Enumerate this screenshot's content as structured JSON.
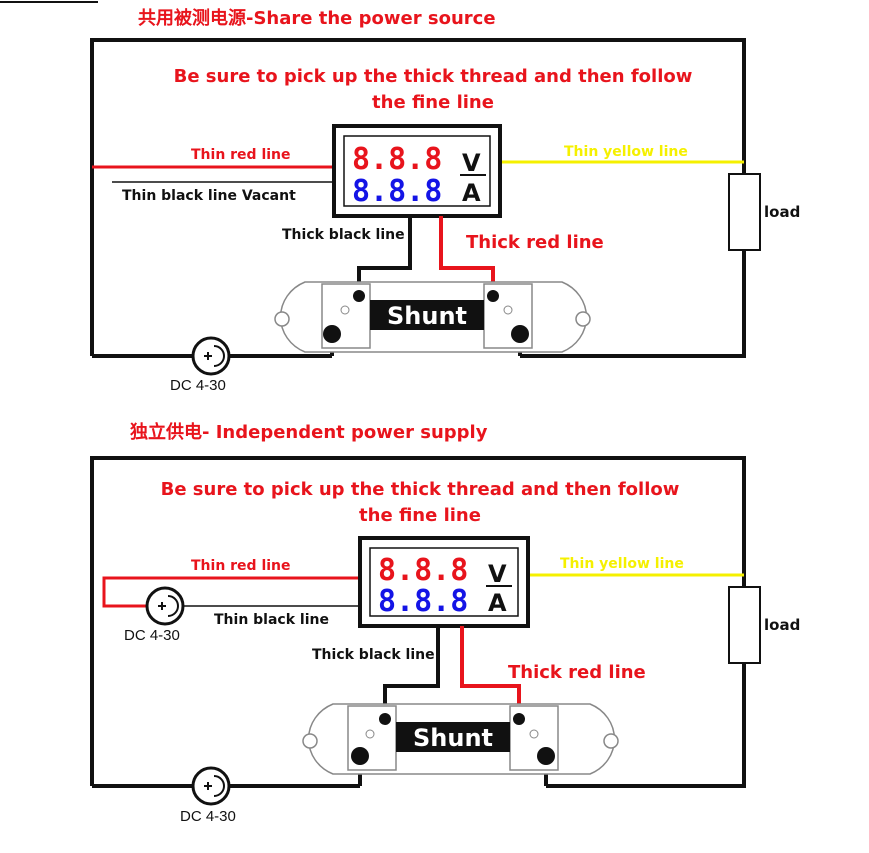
{
  "colors": {
    "red": "#e8141c",
    "blue": "#1414e6",
    "yellow": "#f5f000",
    "black": "#111111"
  },
  "diagram1": {
    "title_cn": "共用被测电源",
    "title_en": "-Share the power source",
    "note_line1": "Be sure to pick up the thick thread and then follow",
    "note_line2": "the fine line",
    "meter_top": "8.8.8",
    "meter_bottom": "8.8.8",
    "unit_top": "V",
    "unit_bottom": "A",
    "thin_red": "Thin red line",
    "thin_black": "Thin black line Vacant",
    "thin_yellow": "Thin yellow line",
    "thick_black": "Thick black line",
    "thick_red": "Thick red line",
    "shunt": "Shunt",
    "load": "load",
    "source": "DC 4-30"
  },
  "diagram2": {
    "title_cn": "独立供电",
    "title_en": "- Independent power supply",
    "note_line1": "Be sure to pick up the thick thread and then follow",
    "note_line2": "the fine line",
    "meter_top": "8.8.8",
    "meter_bottom": "8.8.8",
    "unit_top": "V",
    "unit_bottom": "A",
    "thin_red": "Thin red line",
    "thin_black": "Thin black line",
    "thin_yellow": "Thin yellow line",
    "thick_black": "Thick black line",
    "thick_red": "Thick red line",
    "shunt": "Shunt",
    "load": "load",
    "source_meter": "DC 4-30",
    "source_main": "DC 4-30"
  }
}
